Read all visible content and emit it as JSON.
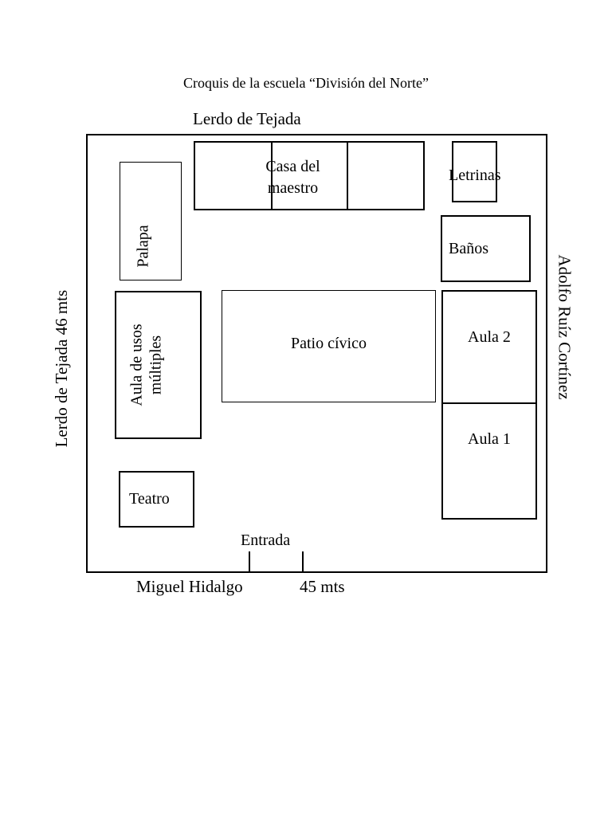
{
  "title": "Croquis de la escuela “División del Norte”",
  "streets": {
    "top": "Lerdo de Tejada",
    "left": "Lerdo de Tejada  46 mts",
    "right": "Adolfo Ruíz Cortínez",
    "bottom": "Miguel Hidalgo",
    "bottom_measure": "45 mts"
  },
  "rooms": {
    "casa_del_maestro": [
      "Casa del",
      "maestro"
    ],
    "letrinas": "Letrinas",
    "banos": "Baños",
    "palapa": "Palapa",
    "aula_usos_multiples": [
      "Aula de usos",
      "múltiples"
    ],
    "patio_civico": "Patio cívico",
    "aula_2": "Aula 2",
    "aula_1": "Aula 1",
    "teatro": "Teatro",
    "entrada": "Entrada"
  }
}
